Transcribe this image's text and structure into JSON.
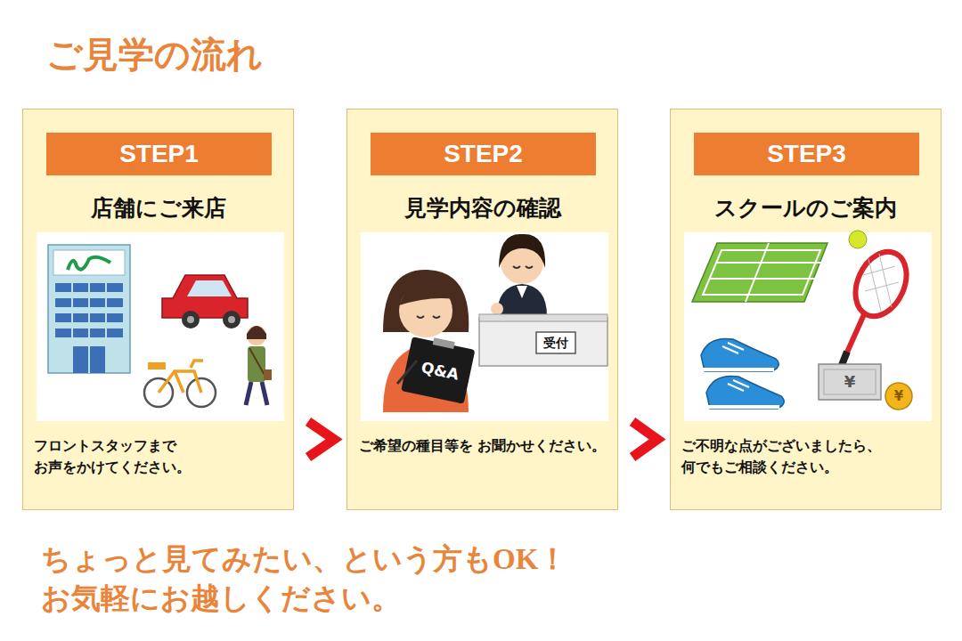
{
  "diagram": {
    "title": "ご見学の流れ",
    "caption": "ちょっと見てみたい、という方もOK！ お気軽にお越しください。",
    "nodes": [
      {
        "text": [
          "店舗にご来店",
          "フロントスタッフまで お声をかけてください。"
        ]
      },
      {
        "text": [
          "STEP1"
        ],
        "in": 0
      },
      {
        "text": [
          "見学内容の確認",
          "ご希望の種目等を お聞かせください。"
        ]
      },
      {
        "text": [
          "STEP2"
        ],
        "in": 2
      },
      {
        "text": [
          "スクールのご案内",
          "ご不明な点がございましたら、 何でもご相談ください。"
        ]
      },
      {
        "text": [
          "STEP3"
        ],
        "in": 4
      }
    ],
    "edges": [
      {
        "from": 0,
        "to": 2,
        "arrow": "to"
      },
      {
        "from": 2,
        "to": 4,
        "arrow": "to"
      }
    ],
    "labels": [
      "Q&A",
      "受付",
      "¥",
      "¥"
    ]
  }
}
